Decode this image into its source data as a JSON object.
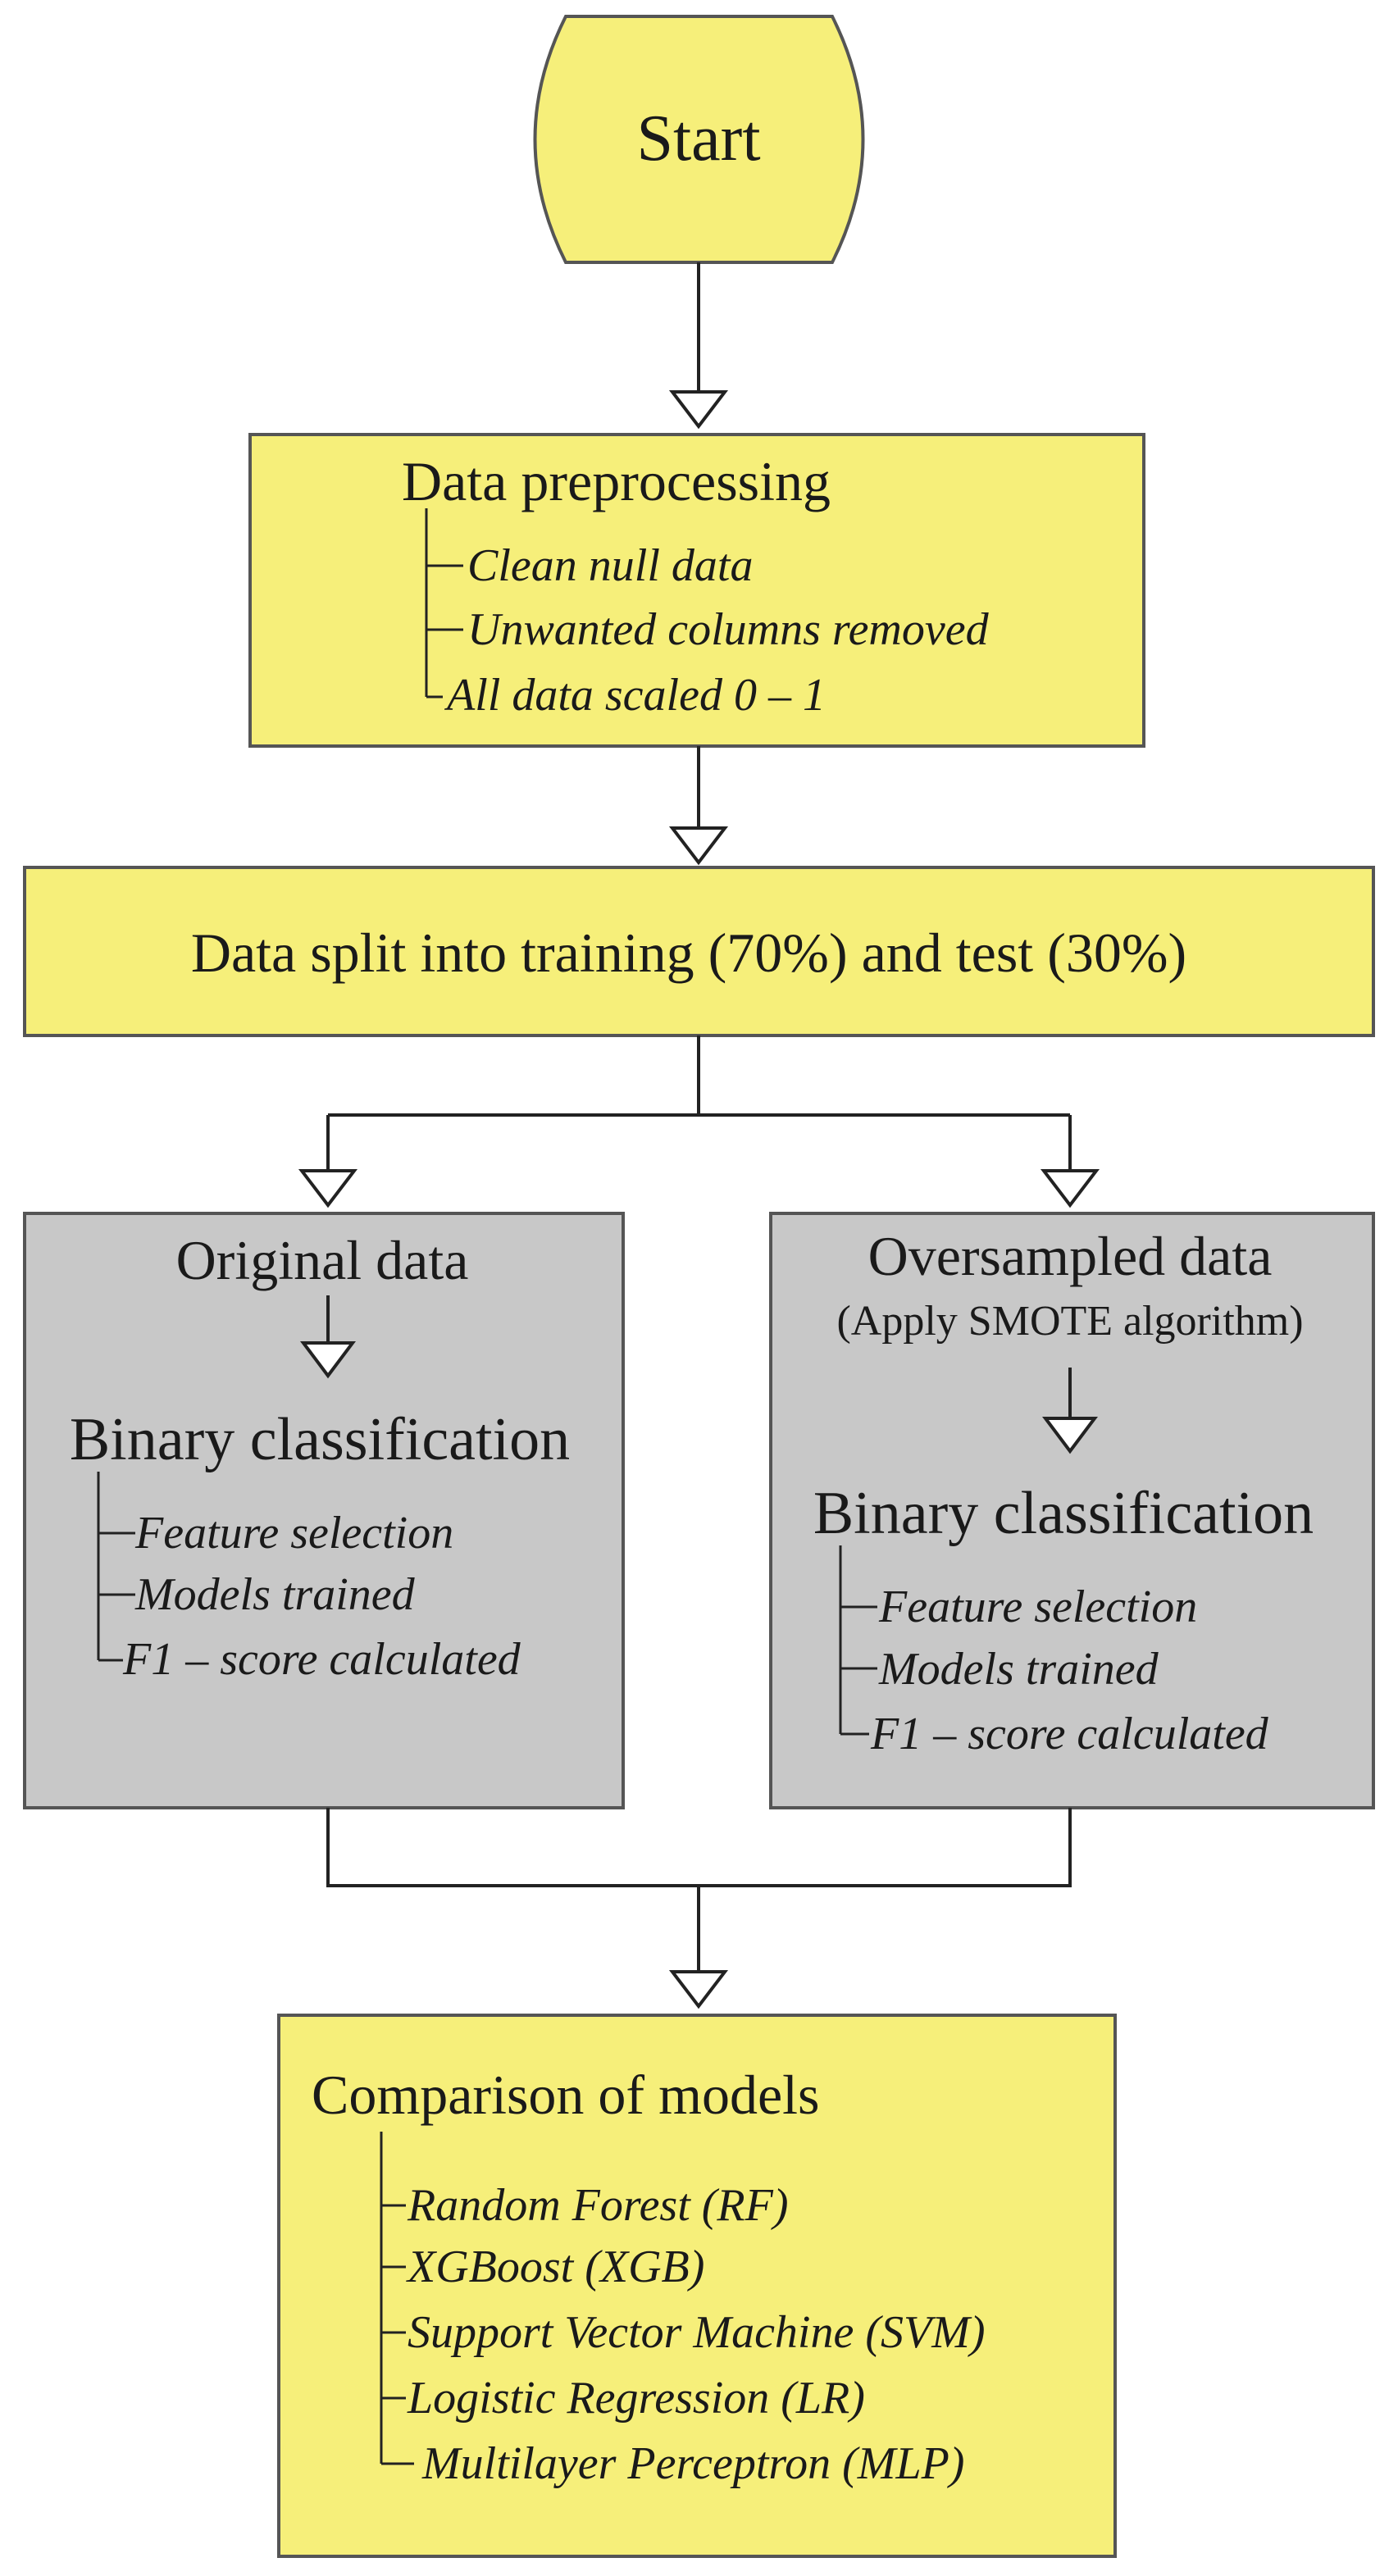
{
  "start": {
    "label": "Start"
  },
  "preprocessing": {
    "title": "Data preprocessing",
    "items": [
      "Clean null data",
      "Unwanted columns removed",
      "All data scaled 0 – 1"
    ]
  },
  "split": {
    "label": "Data split into training (70%) and test (30%)"
  },
  "original": {
    "title": "Original data",
    "classification_title": "Binary classification",
    "items": [
      "Feature selection",
      "Models trained",
      "F1 – score calculated"
    ]
  },
  "oversampled": {
    "title": "Oversampled data",
    "subtitle": "(Apply SMOTE algorithm)",
    "classification_title": "Binary classification",
    "items": [
      "Feature selection",
      "Models trained",
      "F1 – score calculated"
    ]
  },
  "comparison": {
    "title": "Comparison of models",
    "items": [
      "Random Forest (RF)",
      "XGBoost (XGB)",
      "Support Vector Machine (SVM)",
      "Logistic Regression (LR)",
      "Multilayer Perceptron (MLP)"
    ]
  },
  "colors": {
    "yellow_fill": "#f6ef7a",
    "gray_fill": "#c8c8c8",
    "border": "#555555",
    "line": "#222222"
  }
}
